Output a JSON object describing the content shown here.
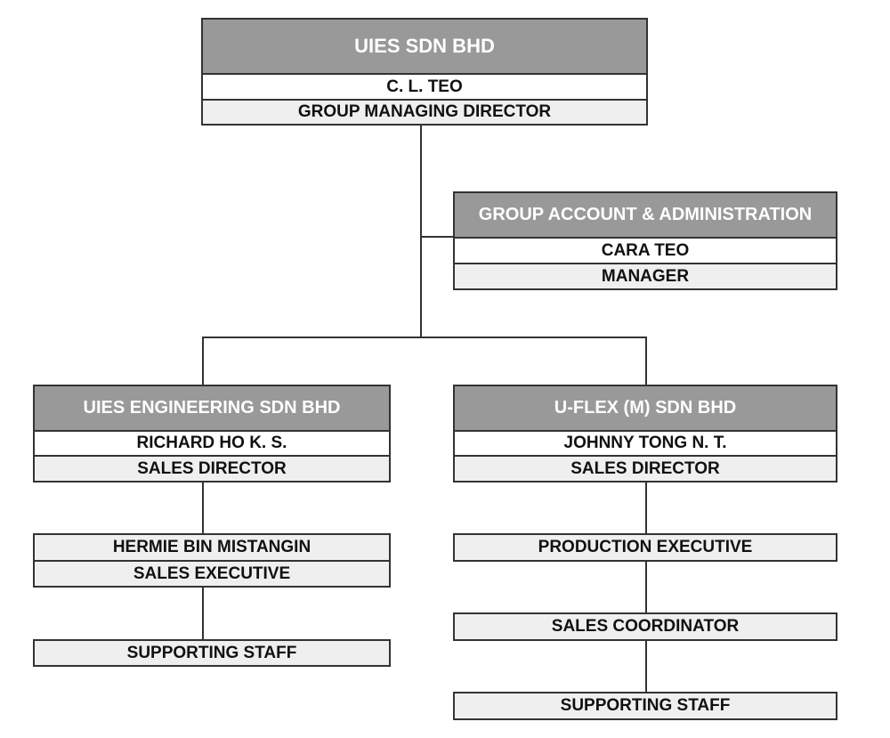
{
  "org": {
    "root": {
      "company": "UIES SDN BHD",
      "name": "C. L. TEO",
      "title": "GROUP MANAGING DIRECTOR"
    },
    "admin": {
      "company": "GROUP ACCOUNT & ADMINISTRATION",
      "name": "CARA TEO",
      "title": "MANAGER"
    },
    "engineering": {
      "company": "UIES ENGINEERING SDN BHD",
      "name": "RICHARD HO K. S.",
      "title": "SALES DIRECTOR",
      "exec_name": "HERMIE BIN MISTANGIN",
      "exec_title": "SALES EXECUTIVE",
      "staff": "SUPPORTING STAFF"
    },
    "uflex": {
      "company": "U-FLEX (M) SDN BHD",
      "name": "JOHNNY TONG N. T.",
      "title": "SALES DIRECTOR",
      "production": "PRODUCTION EXECUTIVE",
      "coordinator": "SALES COORDINATOR",
      "staff": "SUPPORTING STAFF"
    }
  },
  "colors": {
    "header": "#999999",
    "title_row": "#efefef",
    "border": "#333333"
  }
}
